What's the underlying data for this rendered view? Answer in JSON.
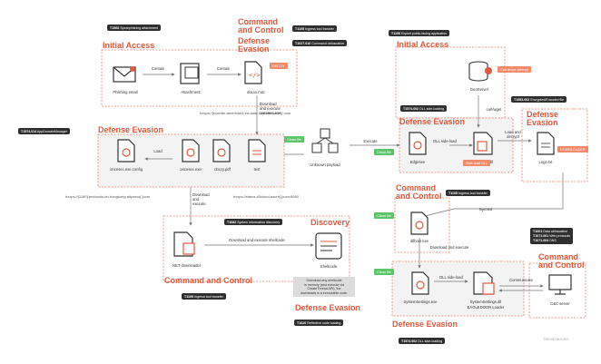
{
  "tags": {
    "t1566": {
      "id": "T1566",
      "text": "Spearphishing attachment"
    },
    "t1105_top": {
      "id": "T1105",
      "text": "Ingress tool transfer"
    },
    "t1027": {
      "id": "T1027.010",
      "text": "Command obfuscation"
    },
    "t1190": {
      "id": "T1190",
      "text": "Exploit public-facing application"
    },
    "t1574_appdomain": {
      "id": "T1574.014",
      "text": "AppDomainManager"
    },
    "t1574_dll_top": {
      "id": "T1574.002",
      "text": "DLL side-loading"
    },
    "t1553": {
      "id": "T1553.002",
      "text": "Encrypted/Encoded file"
    },
    "t1082": {
      "id": "T1082",
      "text": "System information discovery"
    },
    "t1105_mid": {
      "id": "T1105",
      "text": "Ingress tool transfer"
    },
    "t1105_bottom": {
      "id": "T1105",
      "text": "Ingress tool transfer"
    },
    "t1620": {
      "id": "T1620",
      "text": "Reflective code loading"
    },
    "t1574_dll_bottom": {
      "id": "T1574.002",
      "text": "DLL side-loading"
    },
    "t1001": {
      "id": "T1001",
      "text": "Data obfuscation"
    },
    "t1071_001": {
      "id": "T1071.001",
      "text": "Web protocols"
    },
    "t1071_004": {
      "id": "T1071.004",
      "text": "DNS"
    }
  },
  "phases": {
    "initial_access_left": "Initial Access",
    "command_control_top": "Command\nand Control",
    "defense_evasion_top": "Defense\nEvasion",
    "initial_access_right": "Initial Access",
    "defense_evasion_left": "Defense Evasion",
    "defense_evasion_mid_right": "Defense Evasion",
    "defense_evasion_far_right": "Defense\nEvasion",
    "discovery": "Discovery",
    "command_control_mid_right": "Command\nand Control",
    "command_control_bottom": "Command and Control",
    "defense_evasion_bottom_mid": "Defense Evasion",
    "command_control_far_right": "Command\nand Control",
    "defense_evasion_bottom_right": "Defense Evasion"
  },
  "nodes": {
    "phishing_email": "Phishing email",
    "attachment": "Attachment",
    "docxx": "docxx.msc",
    "geoserver": "GeoServer",
    "unknown_payload": "Unknown payload",
    "oncesec_config": "oncesec.exe.config",
    "oncesec_exe": "oncesec.exe",
    "doccy_pdf": "doccy.pdf",
    "text": "text",
    "edgesee": "Edgesee",
    "msedge_dll": "msedge.dll",
    "logo_txt": "Logo.txt",
    "net_downloader": ".NET downloader",
    "shellcode": "Shellcode",
    "dllhost": "dllhost.exe",
    "system_settings_exe": "SystemSettings.exe",
    "system_settings_dll": "SystemSettings.dll",
    "eagledoor": "EAGLEDOOR Loader",
    "cnc_server": "C&C server"
  },
  "edges": {
    "contain1": "Contain",
    "contain2": "Contain",
    "download_execute_top": "Download\nand execute\noncesec.exe",
    "load": "Load",
    "execute": "Execute",
    "dll_side_load_top": "DLL side-load",
    "load_decrypt": "Load and\ndecrypt",
    "curl_exe": "curl/wget",
    "download_execute_left": "Download\nand\nexecute",
    "download_execute_shellcode": "Download and execute shellcode",
    "injected": "Injected",
    "download_execute_right": "Download and execute",
    "dll_side_load_bottom": "DLL side-load",
    "communicate": "Communicate"
  },
  "urls": {
    "url_top": "hxxps://[ecorder-americas3-ea-aadr-1.amazonaws]/.com",
    "url_left": "hxxps://[1180]/protocols-dn-hongkong.aliyuncs[.]com",
    "url_mid": "hxxps://status.d3cloud-azure[.]com:8080"
  },
  "pills": {
    "green_file_left": "Clean file",
    "green_file_right1": "Clean file",
    "green_file_right2": "Clean file",
    "green_file_right3": "Clean file",
    "orange_decoy": "DECOY",
    "orange_downloads": "Curl drops (decoy)",
    "orange_side": "Side-load DLL",
    "orange_payload": "DOWNLOADER"
  },
  "notes": {
    "shellcode_note": "Download any shellcode\nin memory (and execute via\nCreateThread API), the\ndownloads is a executable code."
  },
  "footer": "TREND MICRO",
  "colors": {
    "accent": "#e05a3c",
    "tag_bg": "#2f2f2f",
    "green": "#5cc569",
    "orange": "#f08a6b",
    "dashed": "#e8836b"
  }
}
